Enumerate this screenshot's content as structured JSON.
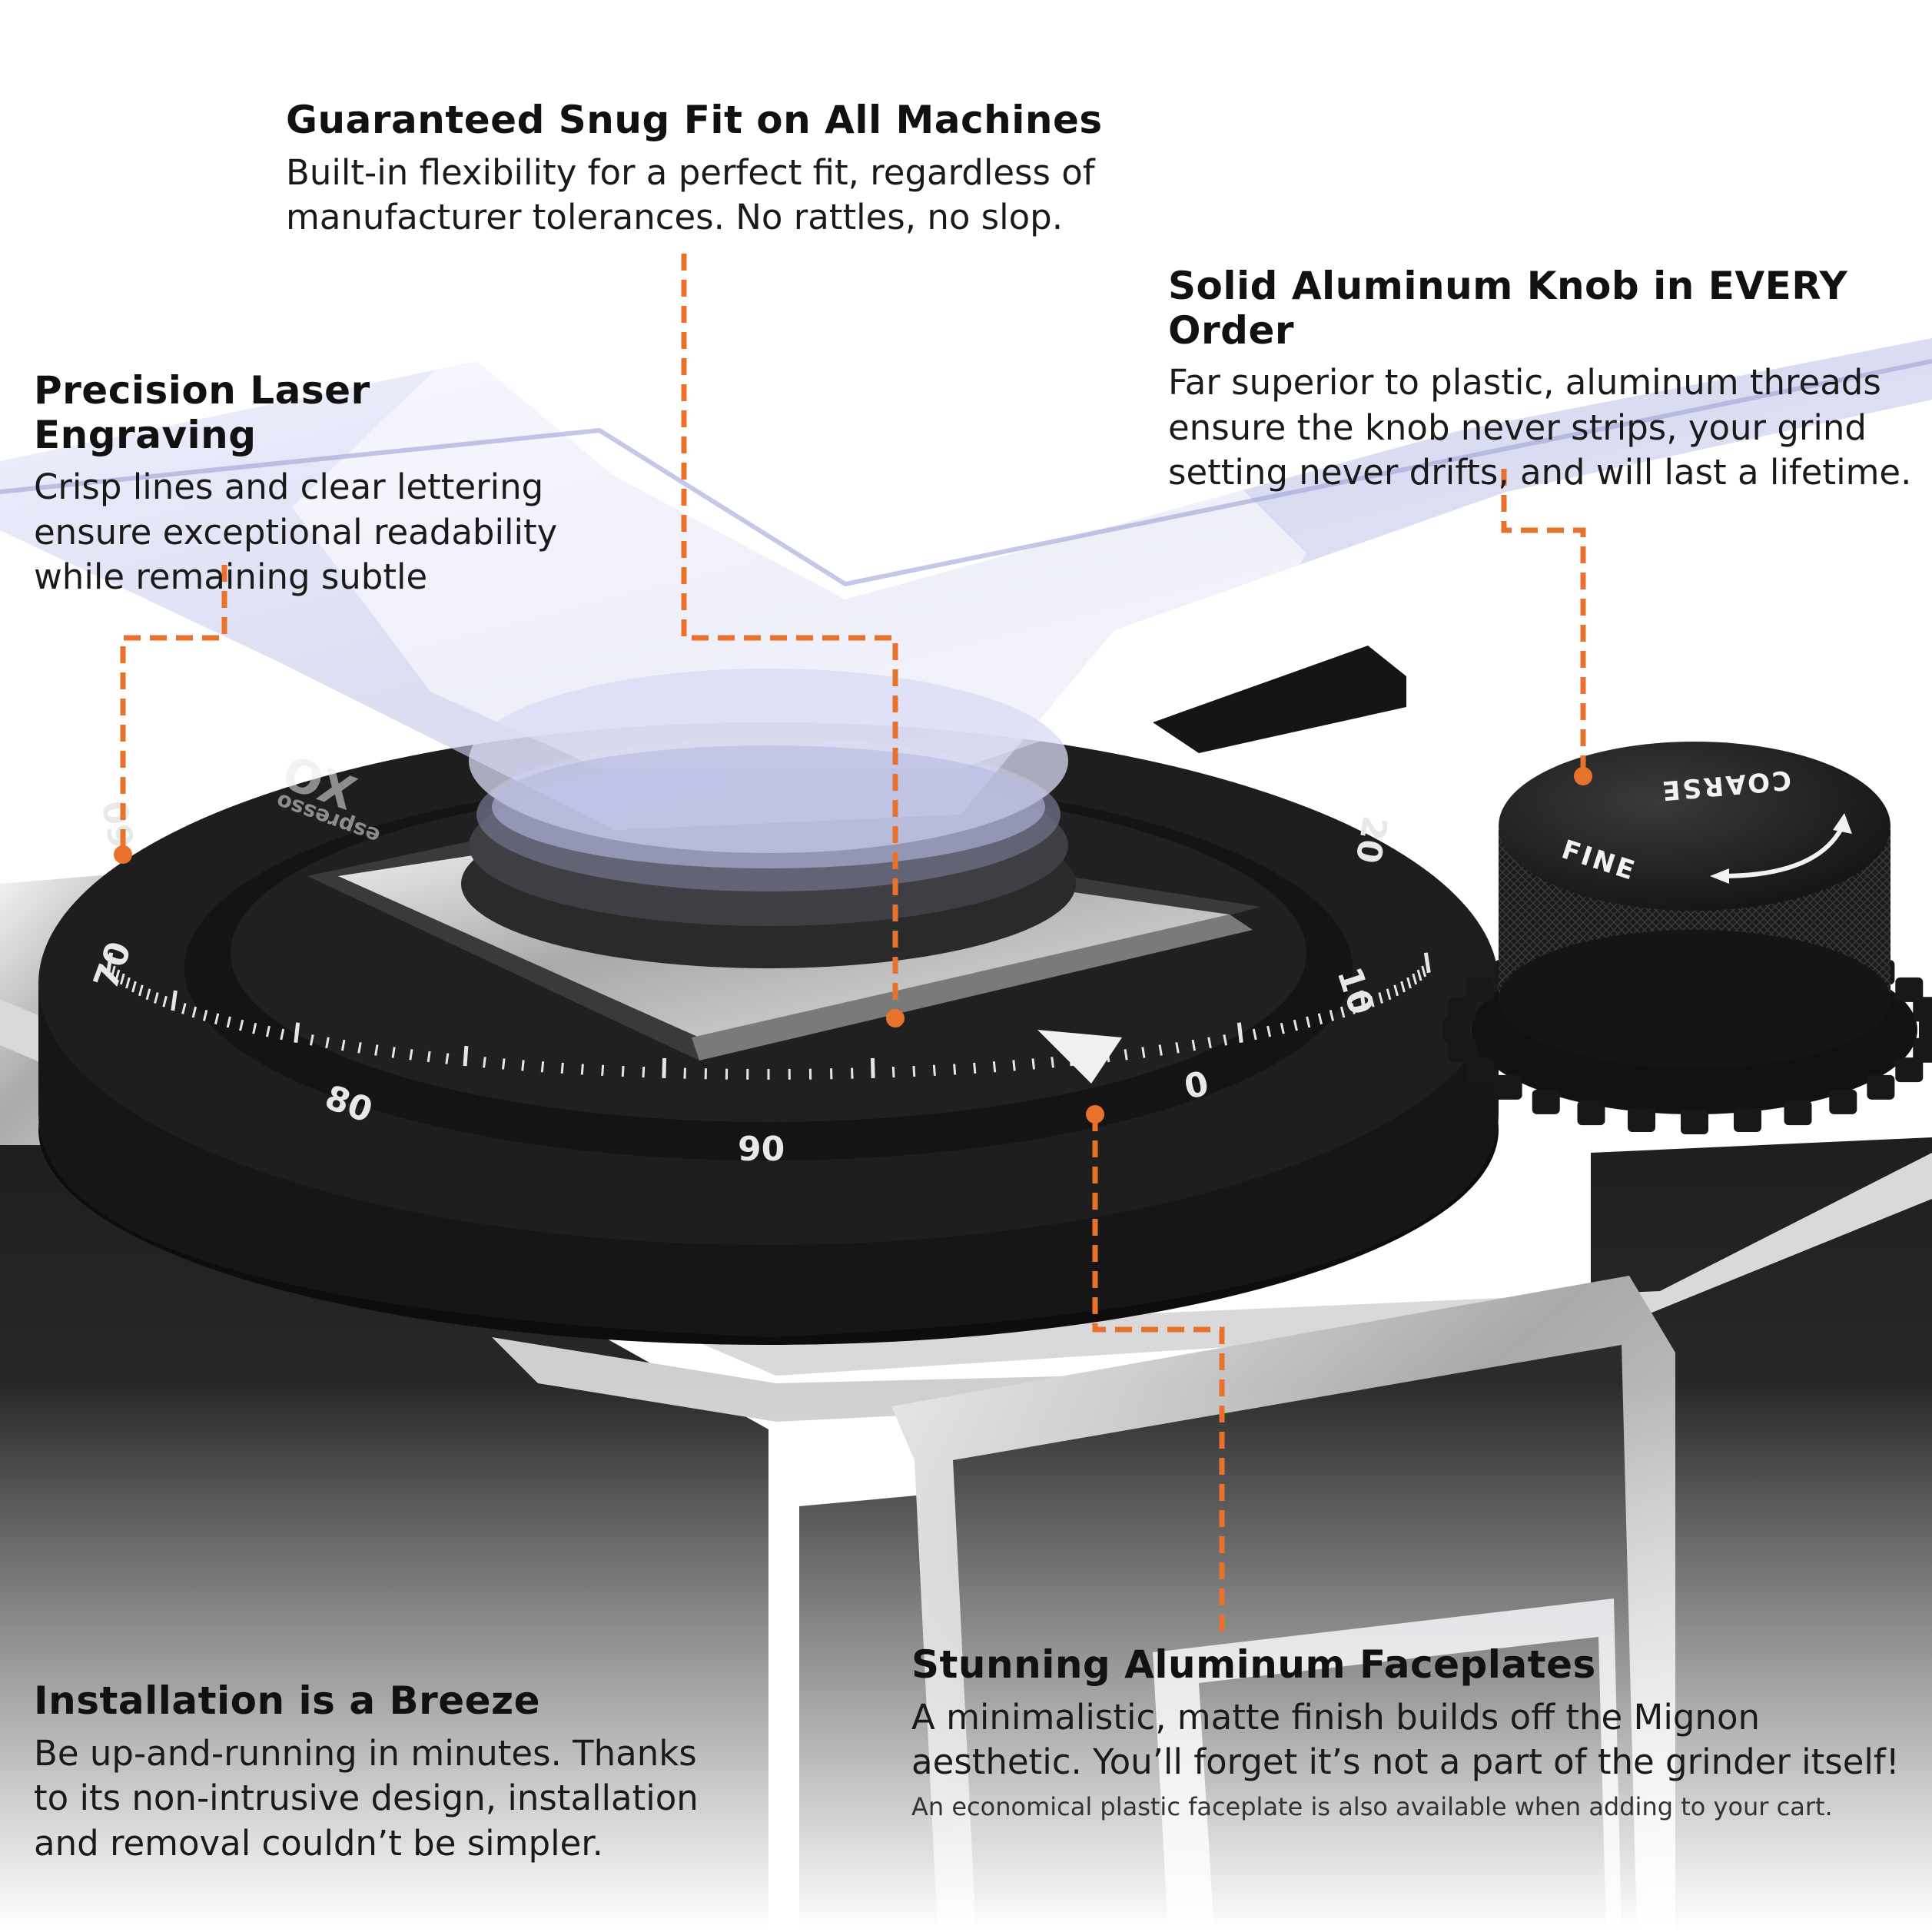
{
  "colors": {
    "accent": "#e8722c",
    "heading": "#111111",
    "body_text": "#1a1a1a",
    "dial": "#1e1e1e",
    "chrome": "#b8b8b8"
  },
  "callouts": {
    "snug_fit": {
      "title": "Guaranteed Snug Fit on All Machines",
      "body": "Built-in flexibility for a perfect fit, regardless of manufacturer tolerances. No rattles, no slop."
    },
    "knob": {
      "title": "Solid Aluminum Knob in EVERY Order",
      "body": "Far superior to plastic, aluminum threads ensure the knob never strips, your grind setting never drifts, and will last a lifetime."
    },
    "engraving": {
      "title": "Precision Laser Engraving",
      "body": "Crisp lines and clear lettering ensure exceptional readability while remaining subtle"
    },
    "installation": {
      "title": "Installation is a Breeze",
      "body": "Be up-and-running in minutes. Thanks to its non-intrusive design, installation and removal couldn’t be simpler."
    },
    "faceplates": {
      "title": "Stunning Aluminum Faceplates",
      "body": "A minimalistic, matte finish builds off the Mignon aesthetic. You’ll forget it’s not a part of the grinder itself!",
      "note": "An economical plastic faceplate is also available when adding to your cart."
    }
  },
  "dial": {
    "labels": [
      "0",
      "10",
      "20",
      "60",
      "70",
      "80",
      "90"
    ],
    "brand_main": "XO",
    "brand_sub": "espresso"
  },
  "knob": {
    "coarse_label": "COARSE",
    "fine_label": "FINE"
  },
  "icons": {
    "knob_arrow": "curved-double-arrow-icon",
    "pointer": "triangle-pointer-icon"
  }
}
